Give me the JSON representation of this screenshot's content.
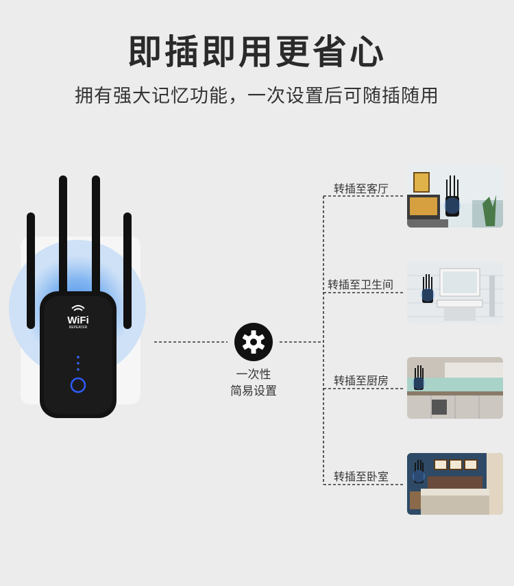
{
  "header": {
    "title": "即插即用更省心",
    "subtitle": "拥有强大记忆功能，一次设置后可随插随用"
  },
  "device": {
    "logo_text": "WiFi",
    "logo_subtext": "REPEATER",
    "icon": "wifi-repeater"
  },
  "setup": {
    "icon": "gear-icon",
    "line1": "一次性",
    "line2": "简易设置"
  },
  "rooms": [
    {
      "label": "转插至客厅",
      "scene": "living-room"
    },
    {
      "label": "转插至卫生间",
      "scene": "bathroom"
    },
    {
      "label": "转插至厨房",
      "scene": "kitchen"
    },
    {
      "label": "转插至卧室",
      "scene": "bedroom"
    }
  ],
  "colors": {
    "background": "#ececec",
    "accent_glow": "#4a90e2",
    "device_body": "#111111",
    "power_led": "#2f5bff"
  }
}
